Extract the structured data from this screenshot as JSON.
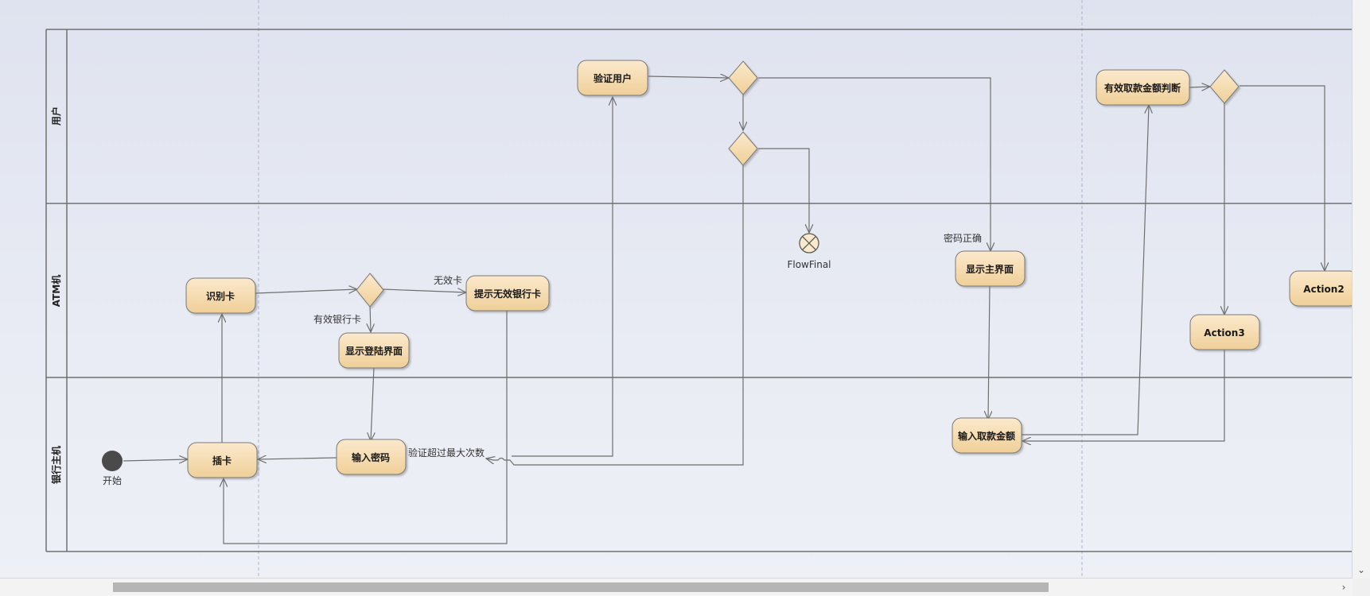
{
  "lanes": {
    "user": "用户",
    "atm": "ATM机",
    "bank": "银行主机"
  },
  "nodes": {
    "verify_user": "验证用户",
    "identify_card": "识别卡",
    "show_invalid": "提示无效银行卡",
    "show_login": "显示登陆界面",
    "insert_card": "插卡",
    "enter_password": "输入密码",
    "show_main": "显示主界面",
    "enter_amount": "输入取款金额",
    "valid_amount_check": "有效取款金额判断",
    "action2": "Action2",
    "action3": "Action3"
  },
  "labels": {
    "start": "开始",
    "flow_final": "FlowFinal",
    "invalid_card": "无效卡",
    "valid_card": "有效银行卡",
    "password_ok": "密码正确",
    "exceeded": "验证超过最大次数"
  },
  "colors": {
    "node_fill_top": "#fbe9cc",
    "node_fill_bottom": "#efcf98",
    "edge": "#6f6f6f",
    "lane_border": "#707070"
  }
}
